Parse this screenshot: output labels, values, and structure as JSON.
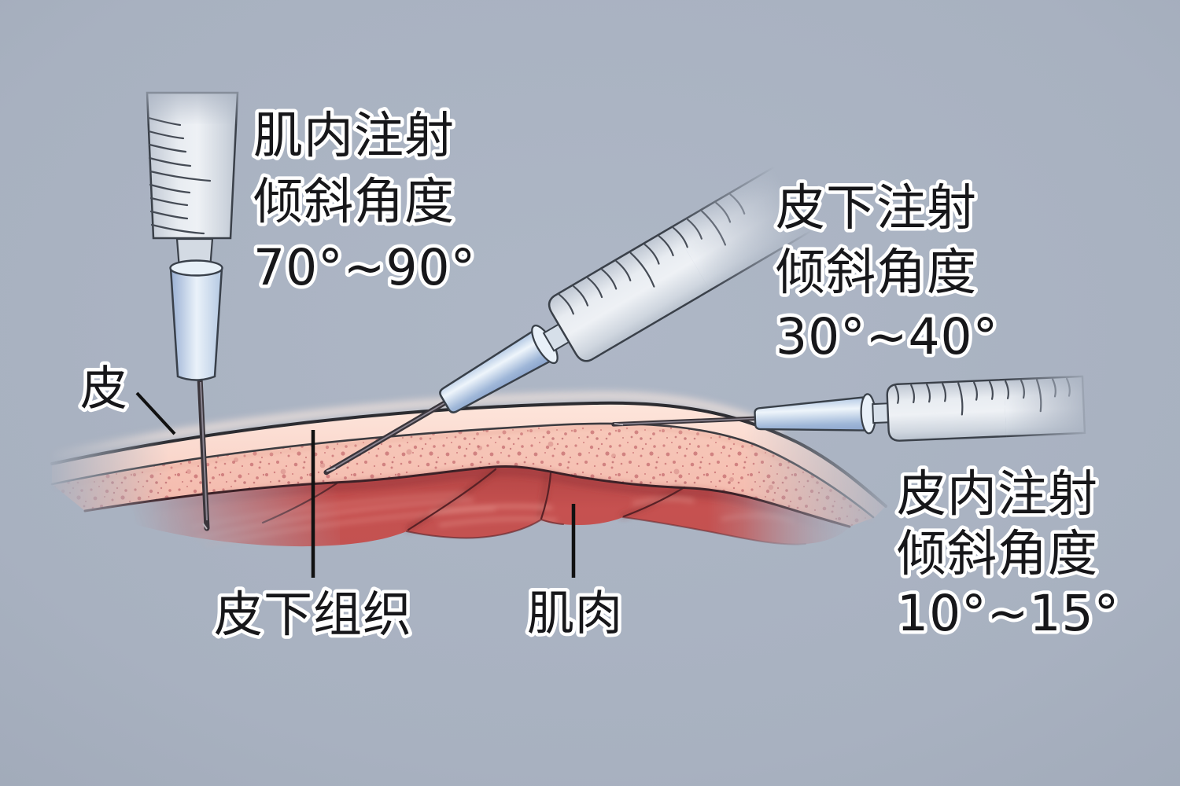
{
  "annotations": {
    "intramuscular": {
      "name": "肌内注射",
      "angle_label": "倾斜角度",
      "angle_range": "70°~90°"
    },
    "subcutaneous_injection": {
      "name": "皮下注射",
      "angle_label": "倾斜角度",
      "angle_range": "30°~40°"
    },
    "intradermal": {
      "name": "皮内注射",
      "angle_label": "倾斜角度",
      "angle_range": "10°~15°"
    },
    "tissue_labels": {
      "skin": "皮",
      "subcutaneous_tissue": "皮下组织",
      "muscle": "肌肉"
    }
  },
  "colors": {
    "background": "#a9b2c1",
    "skin_layer": "#f9d2c6",
    "subcutaneous_layer": "#f6c3b6",
    "speckle": "#c2666b",
    "muscle": "#bf4b4b",
    "muscle_outline": "#3c2127",
    "syringe_body": "#e8ecf1",
    "syringe_hub": "#b9cde6",
    "needle": "#3a353b",
    "text": "#17171a",
    "text_outline": "#ffffff",
    "pointer_line": "#111111"
  }
}
